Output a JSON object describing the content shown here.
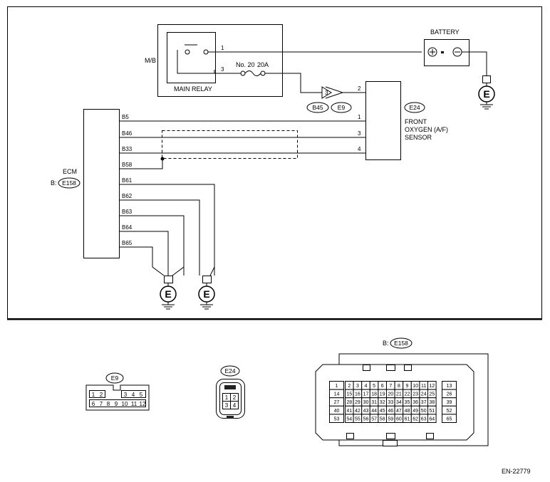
{
  "figure_code": "EN-22779",
  "labels": {
    "mb": "M/B",
    "main_relay": "MAIN RELAY",
    "fuse": "No. 20",
    "fuse_rating": "20A",
    "battery": "BATTERY",
    "ecm": "ECM",
    "ecm_prefix": "B:",
    "ecm_connector": "E158",
    "sensor_line1": "FRONT",
    "sensor_line2": "OXYGEN (A/F)",
    "sensor_line3": "SENSOR",
    "sensor_connector": "E24",
    "junction_b": "B45",
    "junction_e": "E9",
    "ground": "E"
  },
  "relay_pins": [
    "1",
    "3"
  ],
  "junction_pin": "3",
  "sensor_pins": [
    "2",
    "1",
    "3",
    "4"
  ],
  "ecm_pins": [
    "B5",
    "B46",
    "B33",
    "B58",
    "B61",
    "B62",
    "B63",
    "B64",
    "B65"
  ],
  "connectors": {
    "e9": {
      "title": "E9",
      "row1": [
        "1",
        "2",
        "3",
        "4",
        "5"
      ],
      "row2": [
        "6",
        "7",
        "8",
        "9",
        "10",
        "11",
        "12"
      ]
    },
    "e24": {
      "title": "E24",
      "row1": [
        "1",
        "2"
      ],
      "row2": [
        "3",
        "4"
      ]
    },
    "e158": {
      "prefix": "B:",
      "title": "E158",
      "rows": [
        [
          "1",
          "2",
          "3",
          "4",
          "5",
          "6",
          "7",
          "8",
          "9",
          "10",
          "11",
          "12",
          "13"
        ],
        [
          "14",
          "15",
          "16",
          "17",
          "18",
          "19",
          "20",
          "21",
          "22",
          "23",
          "24",
          "25",
          "26"
        ],
        [
          "27",
          "28",
          "29",
          "30",
          "31",
          "32",
          "33",
          "34",
          "35",
          "36",
          "37",
          "38",
          "39"
        ],
        [
          "40",
          "41",
          "42",
          "43",
          "44",
          "45",
          "46",
          "47",
          "48",
          "49",
          "50",
          "51",
          "52"
        ],
        [
          "53",
          "54",
          "55",
          "56",
          "57",
          "58",
          "59",
          "60",
          "61",
          "62",
          "63",
          "64",
          "65"
        ]
      ]
    }
  }
}
